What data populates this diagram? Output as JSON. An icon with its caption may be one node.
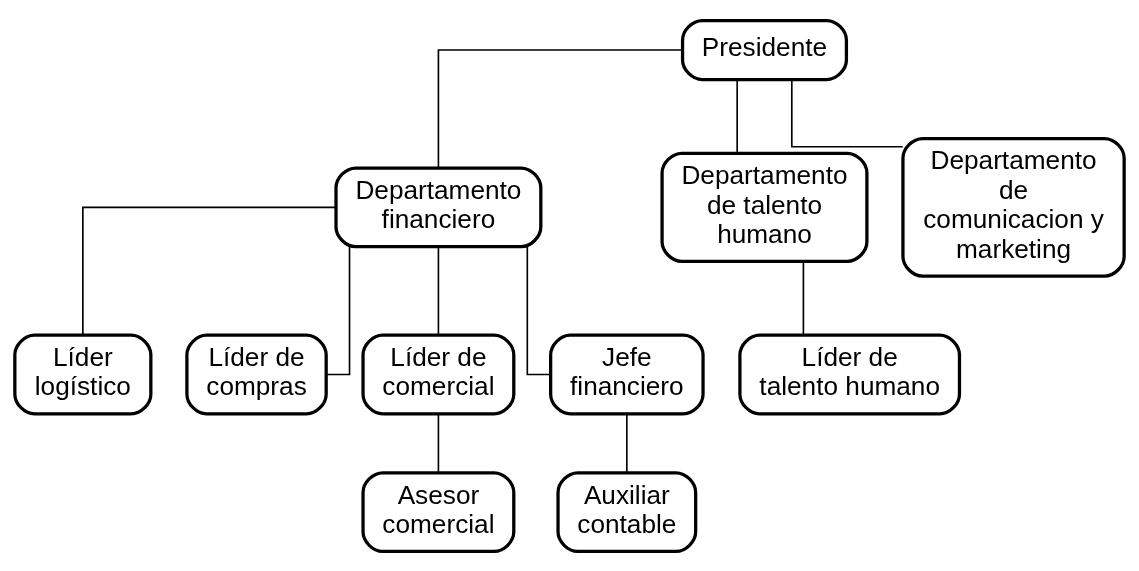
{
  "diagram": {
    "nodes": [
      {
        "text": [
          "Presidente"
        ]
      },
      {
        "text": [
          "Departamento financiero"
        ]
      },
      {
        "text": [
          "Departamento de talento humano"
        ]
      },
      {
        "text": [
          "Departamento de comunicacion y marketing"
        ]
      },
      {
        "text": [
          "Líder logístico"
        ]
      },
      {
        "text": [
          "Líder de compras"
        ]
      },
      {
        "text": [
          "Líder de comercial"
        ]
      },
      {
        "text": [
          "Jefe financiero"
        ]
      },
      {
        "text": [
          "Líder de talento humano"
        ]
      },
      {
        "text": [
          "Asesor comercial"
        ]
      },
      {
        "text": [
          "Auxiliar contable"
        ]
      }
    ],
    "edges": [
      {
        "from": 0,
        "to": 1,
        "arrow": "none"
      },
      {
        "from": 0,
        "to": 2,
        "arrow": "none"
      },
      {
        "from": 0,
        "to": 3,
        "arrow": "none"
      },
      {
        "from": 1,
        "to": 4,
        "arrow": "none"
      },
      {
        "from": 1,
        "to": 5,
        "arrow": "none"
      },
      {
        "from": 1,
        "to": 6,
        "arrow": "none"
      },
      {
        "from": 1,
        "to": 7,
        "arrow": "none"
      },
      {
        "from": 2,
        "to": 8,
        "arrow": "none"
      },
      {
        "from": 6,
        "to": 9,
        "arrow": "none"
      },
      {
        "from": 7,
        "to": 10,
        "arrow": "none"
      }
    ]
  }
}
